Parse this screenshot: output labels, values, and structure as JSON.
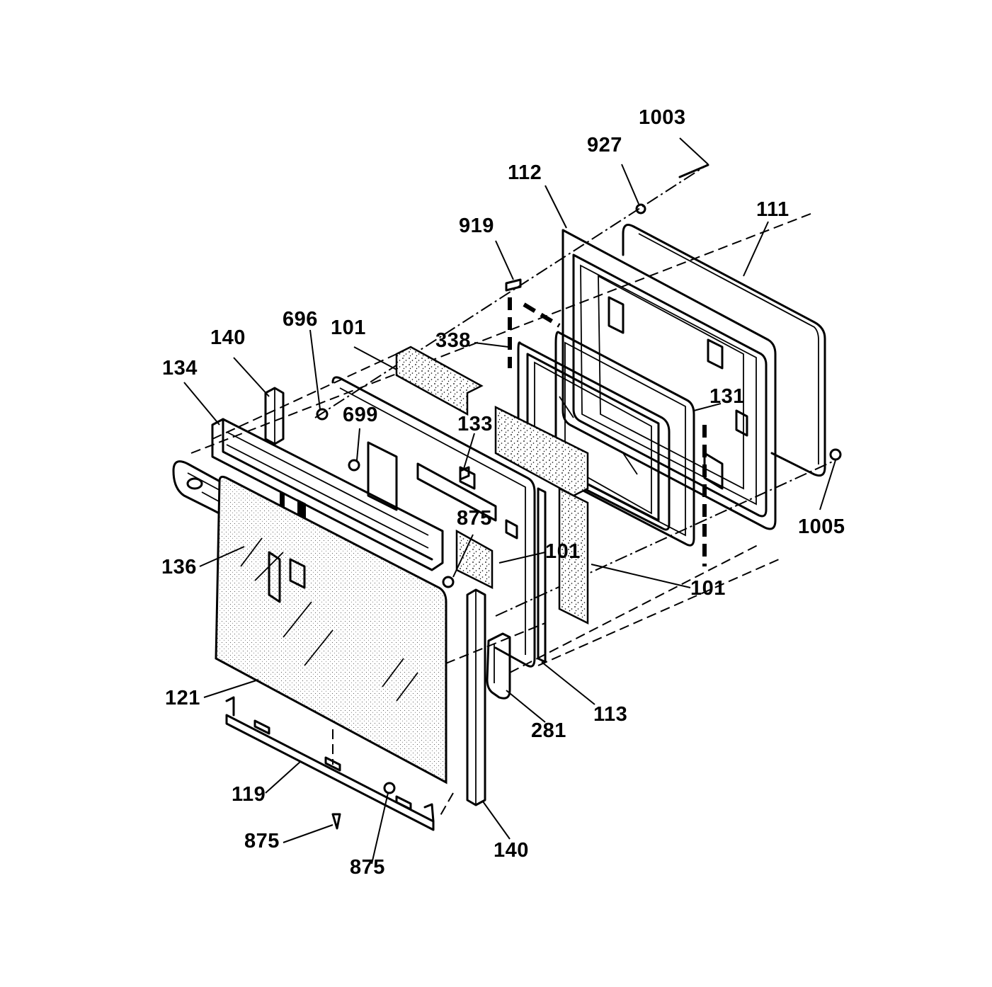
{
  "diagram": {
    "labels": [
      {
        "id": "1003",
        "text": "1003"
      },
      {
        "id": "927",
        "text": "927"
      },
      {
        "id": "112",
        "text": "112"
      },
      {
        "id": "111",
        "text": "111"
      },
      {
        "id": "919",
        "text": "919"
      },
      {
        "id": "338",
        "text": "338"
      },
      {
        "id": "131",
        "text": "131"
      },
      {
        "id": "1005",
        "text": "1005"
      },
      {
        "id": "696",
        "text": "696"
      },
      {
        "id": "101a",
        "text": "101"
      },
      {
        "id": "140a",
        "text": "140"
      },
      {
        "id": "134",
        "text": "134"
      },
      {
        "id": "699",
        "text": "699"
      },
      {
        "id": "133",
        "text": "133"
      },
      {
        "id": "875a",
        "text": "875"
      },
      {
        "id": "101b",
        "text": "101"
      },
      {
        "id": "101c",
        "text": "101"
      },
      {
        "id": "136",
        "text": "136"
      },
      {
        "id": "121",
        "text": "121"
      },
      {
        "id": "281",
        "text": "281"
      },
      {
        "id": "113",
        "text": "113"
      },
      {
        "id": "119",
        "text": "119"
      },
      {
        "id": "875b",
        "text": "875"
      },
      {
        "id": "875c",
        "text": "875"
      },
      {
        "id": "140b",
        "text": "140"
      }
    ]
  }
}
